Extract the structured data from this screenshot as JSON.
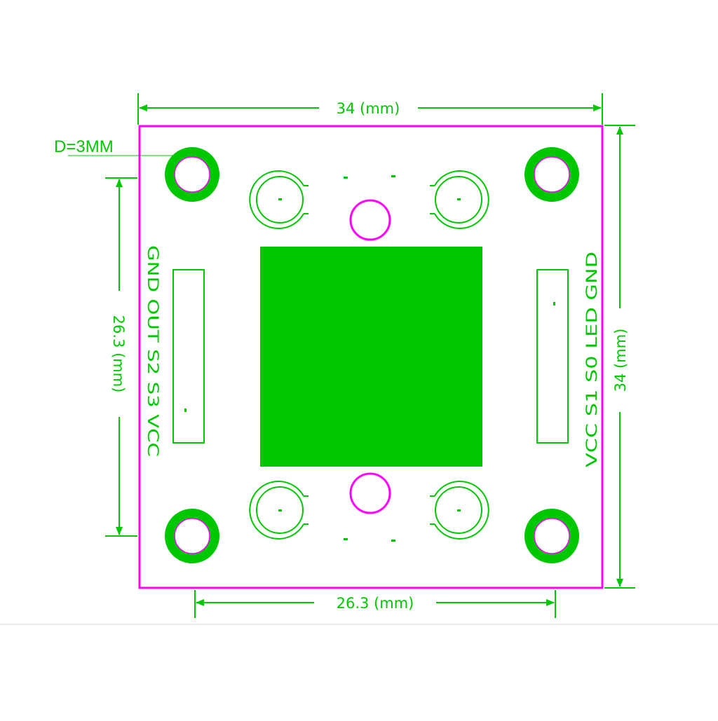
{
  "dimensions": {
    "top_width": "34 (mm)",
    "right_height": "34 (mm)",
    "bottom_hole_spacing": "26.3 (mm)",
    "left_hole_spacing": "26.3 (mm)",
    "hole_diameter": "D=3MM"
  },
  "headers": {
    "left_pins": "GND OUT S2 S3 VCC",
    "right_pins": "VCC S1 S0 LED GND"
  },
  "colors": {
    "silkscreen": "#00c800",
    "outline": "#ff00ff",
    "pad": "#00c800"
  }
}
